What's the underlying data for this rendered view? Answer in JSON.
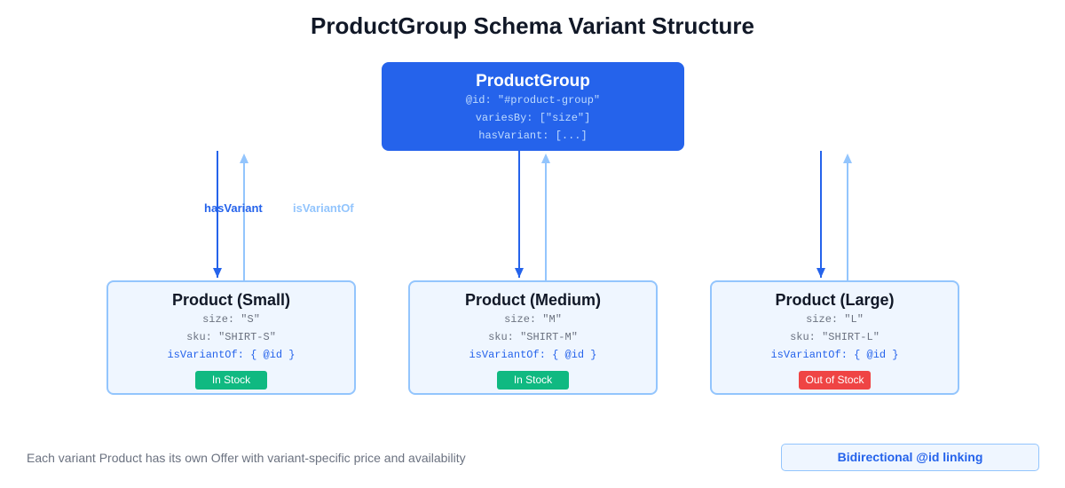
{
  "title": "ProductGroup Schema Variant Structure",
  "group": {
    "name": "ProductGroup",
    "lines": [
      "@id: \"#product-group\"",
      "variesBy: [\"size\"]",
      "hasVariant: [...]"
    ]
  },
  "edge_labels": {
    "has_variant": "hasVariant",
    "is_variant_of": "isVariantOf"
  },
  "products": [
    {
      "name": "Product (Small)",
      "size": "size: \"S\"",
      "sku": "sku: \"SHIRT-S\"",
      "link": "isVariantOf: { @id }",
      "status": "In Stock",
      "status_color": "#10b981"
    },
    {
      "name": "Product (Medium)",
      "size": "size: \"M\"",
      "sku": "sku: \"SHIRT-M\"",
      "link": "isVariantOf: { @id }",
      "status": "In Stock",
      "status_color": "#10b981"
    },
    {
      "name": "Product (Large)",
      "size": "size: \"L\"",
      "sku": "sku: \"SHIRT-L\"",
      "link": "isVariantOf: { @id }",
      "status": "Out of Stock",
      "status_color": "#ef4444"
    }
  ],
  "footnote": "Each variant Product has its own Offer with variant-specific price and availability",
  "legend": "Bidirectional @id linking",
  "colors": {
    "primary": "#2563eb",
    "light": "#93c5fd",
    "panel": "#eff6ff",
    "in_stock": "#10b981",
    "out_of_stock": "#ef4444"
  }
}
